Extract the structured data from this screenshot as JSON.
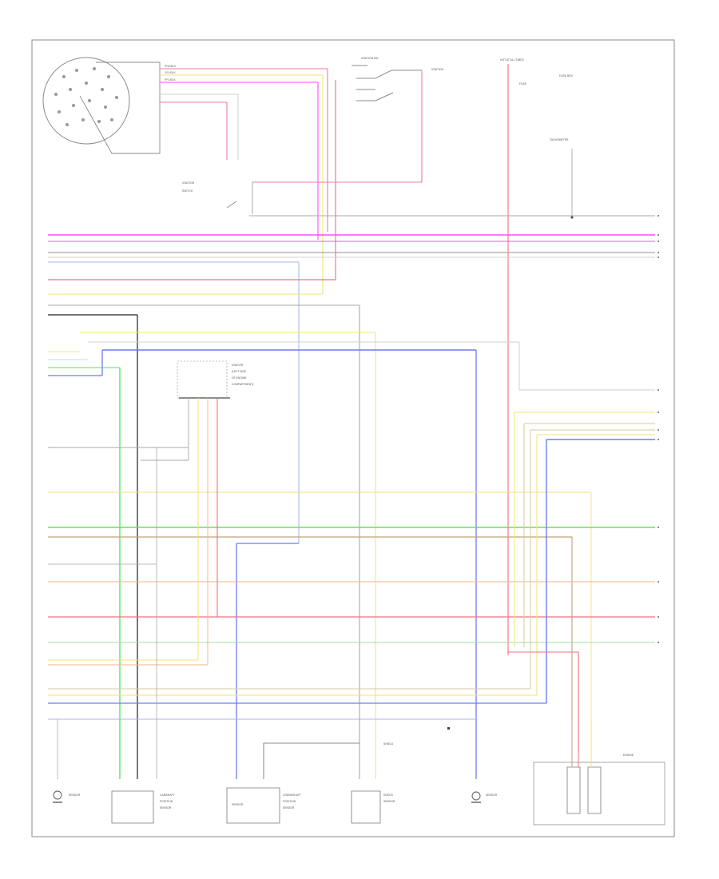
{
  "diagram": {
    "footer_id": "",
    "wire_colors": {
      "pink": "#f07aa8",
      "magenta": "#ff4dff",
      "violet": "#c39be8",
      "white": "#d0d0d0",
      "gray": "#a8a8a8",
      "black": "#222222",
      "yellow": "#f3e37a",
      "tan": "#d8c9a0",
      "blue": "#6b7df0",
      "light_blue": "#a9b7f0",
      "green": "#5fe35f",
      "orange": "#f5b58a",
      "red": "#f07080",
      "brown": "#c0a27a",
      "light_green": "#9fe29f"
    },
    "components": [
      {
        "id": "distributor",
        "label": ""
      },
      {
        "id": "ignition-switch",
        "label": ""
      },
      {
        "id": "hot-at-all-times",
        "label": ""
      },
      {
        "id": "tachometer",
        "label": ""
      },
      {
        "id": "ignitor",
        "label": ""
      },
      {
        "id": "noise-filter",
        "label": ""
      },
      {
        "id": "sensor-left",
        "label": ""
      },
      {
        "id": "sensor-center-left",
        "label": ""
      },
      {
        "id": "sensor-center",
        "label": ""
      },
      {
        "id": "sensor-center-right",
        "label": ""
      },
      {
        "id": "sensor-right",
        "label": ""
      },
      {
        "id": "bottom-right-box",
        "label": ""
      }
    ]
  }
}
